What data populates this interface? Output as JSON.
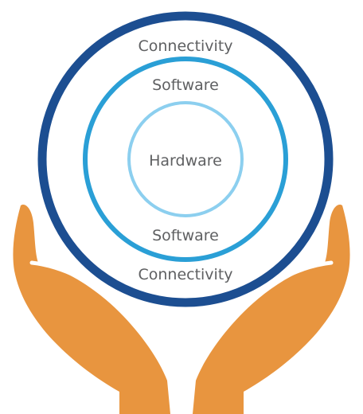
{
  "diagram": {
    "rings": {
      "outer": {
        "label_top": "Connectivity",
        "label_bottom": "Connectivity",
        "color": "#1c4e91"
      },
      "middle": {
        "label_top": "Software",
        "label_bottom": "Software",
        "color": "#2a9fd6"
      },
      "inner": {
        "label": "Hardware",
        "color": "#8ccfef"
      }
    },
    "hands": {
      "color": "#e8953f",
      "outline_color": "#ffffff"
    }
  }
}
